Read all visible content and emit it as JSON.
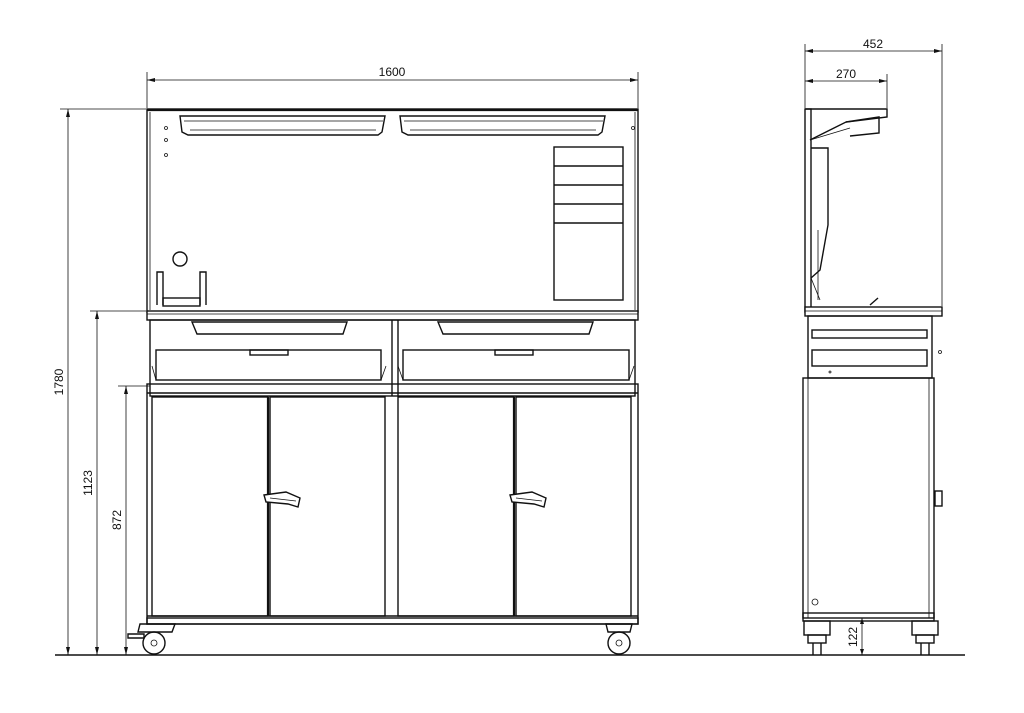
{
  "dimensions": {
    "overall_width": "1600",
    "side_depth": "452",
    "shelf_depth": "270",
    "overall_height": "1780",
    "worktop_height": "1123",
    "cabinet_height": "872",
    "wheel_clearance": "122"
  }
}
